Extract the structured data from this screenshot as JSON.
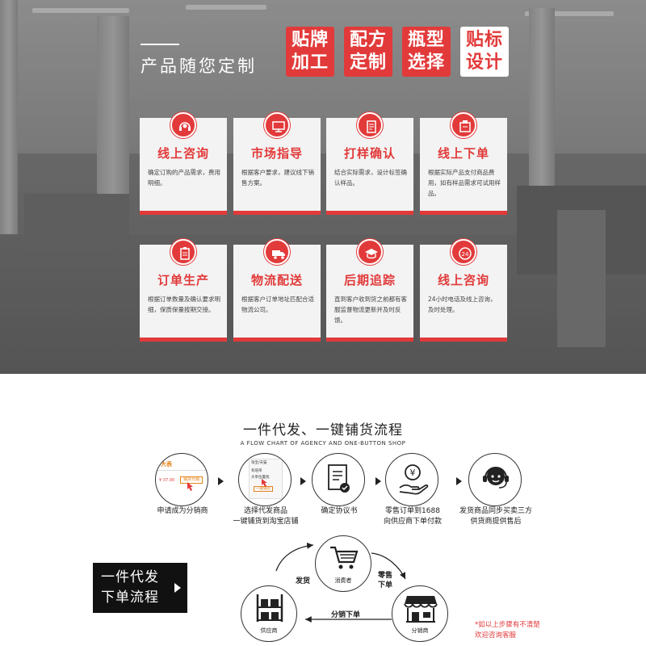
{
  "hero": {
    "title": "产品随您定制",
    "tags": [
      {
        "line1": "贴牌",
        "line2": "加工",
        "style": "red"
      },
      {
        "line1": "配方",
        "line2": "定制",
        "style": "red"
      },
      {
        "line1": "瓶型",
        "line2": "选择",
        "style": "red"
      },
      {
        "line1": "贴标",
        "line2": "设计",
        "style": "white"
      }
    ],
    "cards": [
      {
        "title": "线上咨询",
        "desc": "确定订购的产品需求，费用明细。",
        "icon": "headset-icon"
      },
      {
        "title": "市场指导",
        "desc": "根据客户要求，建议线下销售方案。",
        "icon": "monitor-icon"
      },
      {
        "title": "打样确认",
        "desc": "结合实际需求，设计标签确认样品。",
        "icon": "document-icon"
      },
      {
        "title": "线上下单",
        "desc": "根据实际产品支付商品费用，如有样品需求可试用样品。",
        "icon": "order-icon"
      },
      {
        "title": "订单生产",
        "desc": "根据订单数量及确认要求明细，保质保量按期交接。",
        "icon": "clipboard-icon"
      },
      {
        "title": "物流配送",
        "desc": "根据客户订单地址匹配合适物流公司。",
        "icon": "truck-icon"
      },
      {
        "title": "后期追踪",
        "desc": "直到客户收到货之前都有客服监督物流更新并及时反馈。",
        "icon": "mortarboard-icon"
      },
      {
        "title": "线上咨询",
        "desc": "24小时电话及线上咨询，及时处理。",
        "icon": "24h-icon"
      }
    ]
  },
  "flow": {
    "title": "一件代发、一键铺货流程",
    "subtitle": "A FLOW CHART OF AGENCY AND ONE-BUTTON SHOP",
    "steps": [
      {
        "line1": "申请成为分销商",
        "line2": "",
        "icon": "apply-screenshot-icon"
      },
      {
        "line1": "选择代发商品",
        "line2": "一键铺货到淘宝店铺",
        "icon": "select-screenshot-icon"
      },
      {
        "line1": "确定协议书",
        "line2": "",
        "icon": "agreement-icon"
      },
      {
        "line1": "零售订单到1688",
        "line2": "向供应商下单付款",
        "icon": "yuan-hand-icon"
      },
      {
        "line1": "发货商品同步买卖三方",
        "line2": "供货商提供售后",
        "icon": "service-agent-icon"
      }
    ],
    "screenshot_texts": {
      "a_brand": "大表",
      "a_price": "¥ 37.00",
      "a_btn": "铺货代销",
      "b_head": "淘宝/天猫",
      "b_item1": "有培单",
      "b_item2": "大单位置找",
      "b_btn": "一键铺货"
    }
  },
  "process": {
    "box_line1": "一件代发",
    "box_line2": "下单流程",
    "nodes": {
      "consumer": "消费者",
      "supplier": "供应商",
      "distributor": "分销商"
    },
    "edges": {
      "ship": "发货",
      "retail_line1": "零售",
      "retail_line2": "下单",
      "dist_order": "分销下单"
    },
    "note_line1": "*如以上步骤有不清楚",
    "note_line2": "欢迎咨询客服"
  },
  "colors": {
    "accent": "#e23a3a",
    "dark": "#111111"
  }
}
